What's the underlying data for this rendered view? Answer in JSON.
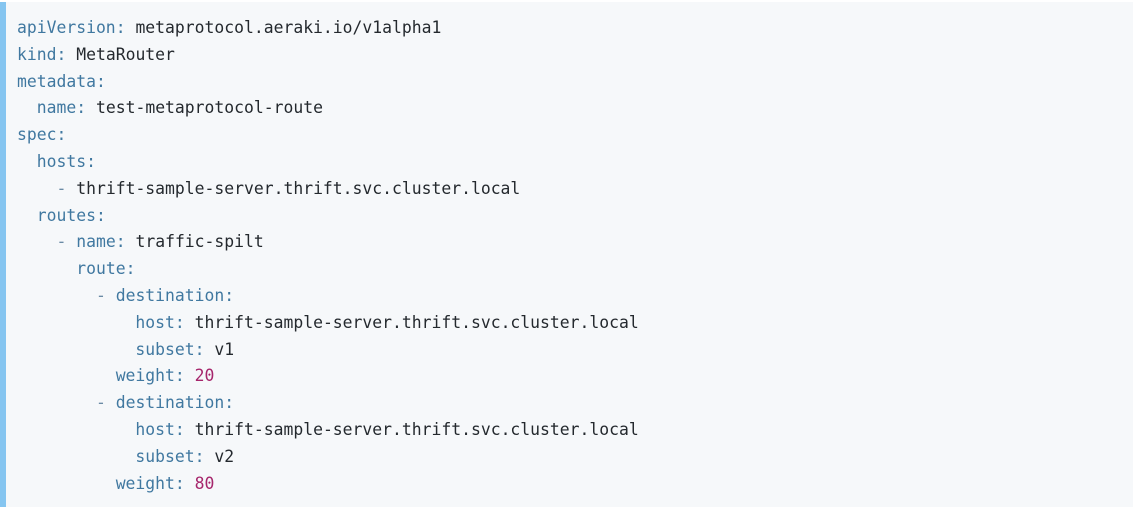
{
  "document": {
    "kind": "yaml-code-block",
    "language": "yaml",
    "colors": {
      "background": "#f6f8fa",
      "page_background": "#ffffff",
      "accent_bar": "#85c5f0",
      "key": "#4078a0",
      "string": "#24292e",
      "number": "#a6266c",
      "dash": "#6a8ba5"
    },
    "raw_text": "apiVersion: metaprotocol.aeraki.io/v1alpha1\nkind: MetaRouter\nmetadata:\n  name: test-metaprotocol-route\nspec:\n  hosts:\n    - thrift-sample-server.thrift.svc.cluster.local\n  routes:\n    - name: traffic-spilt\n      route:\n        - destination:\n            host: thrift-sample-server.thrift.svc.cluster.local\n            subset: v1\n          weight: 20\n        - destination:\n            host: thrift-sample-server.thrift.svc.cluster.local\n            subset: v2\n          weight: 80",
    "yaml_values": {
      "apiVersion": "metaprotocol.aeraki.io/v1alpha1",
      "kind": "MetaRouter",
      "metadata_name": "test-metaprotocol-route",
      "spec_hosts": [
        "thrift-sample-server.thrift.svc.cluster.local"
      ],
      "route_name": "traffic-spilt",
      "destinations": [
        {
          "host": "thrift-sample-server.thrift.svc.cluster.local",
          "subset": "v1",
          "weight": 20
        },
        {
          "host": "thrift-sample-server.thrift.svc.cluster.local",
          "subset": "v2",
          "weight": 80
        }
      ]
    },
    "lines": [
      {
        "n": 1,
        "indent": "",
        "tokens": [
          {
            "t": "key",
            "v": "apiVersion"
          },
          {
            "t": "punct",
            "v": ":"
          },
          {
            "t": "space",
            "v": " "
          },
          {
            "t": "str",
            "v": "metaprotocol.aeraki.io/v1alpha1"
          }
        ]
      },
      {
        "n": 2,
        "indent": "",
        "tokens": [
          {
            "t": "key",
            "v": "kind"
          },
          {
            "t": "punct",
            "v": ":"
          },
          {
            "t": "space",
            "v": " "
          },
          {
            "t": "str",
            "v": "MetaRouter"
          }
        ]
      },
      {
        "n": 3,
        "indent": "",
        "tokens": [
          {
            "t": "key",
            "v": "metadata"
          },
          {
            "t": "punct",
            "v": ":"
          }
        ]
      },
      {
        "n": 4,
        "indent": "  ",
        "tokens": [
          {
            "t": "key",
            "v": "name"
          },
          {
            "t": "punct",
            "v": ":"
          },
          {
            "t": "space",
            "v": " "
          },
          {
            "t": "str",
            "v": "test-metaprotocol-route"
          }
        ]
      },
      {
        "n": 5,
        "indent": "",
        "tokens": [
          {
            "t": "key",
            "v": "spec"
          },
          {
            "t": "punct",
            "v": ":"
          }
        ]
      },
      {
        "n": 6,
        "indent": "  ",
        "tokens": [
          {
            "t": "key",
            "v": "hosts"
          },
          {
            "t": "punct",
            "v": ":"
          }
        ]
      },
      {
        "n": 7,
        "indent": "    ",
        "tokens": [
          {
            "t": "dash",
            "v": "-"
          },
          {
            "t": "space",
            "v": " "
          },
          {
            "t": "str",
            "v": "thrift-sample-server.thrift.svc.cluster.local"
          }
        ]
      },
      {
        "n": 8,
        "indent": "  ",
        "tokens": [
          {
            "t": "key",
            "v": "routes"
          },
          {
            "t": "punct",
            "v": ":"
          }
        ]
      },
      {
        "n": 9,
        "indent": "    ",
        "tokens": [
          {
            "t": "dash",
            "v": "-"
          },
          {
            "t": "space",
            "v": " "
          },
          {
            "t": "key",
            "v": "name"
          },
          {
            "t": "punct",
            "v": ":"
          },
          {
            "t": "space",
            "v": " "
          },
          {
            "t": "str",
            "v": "traffic-spilt"
          }
        ]
      },
      {
        "n": 10,
        "indent": "      ",
        "tokens": [
          {
            "t": "key",
            "v": "route"
          },
          {
            "t": "punct",
            "v": ":"
          }
        ]
      },
      {
        "n": 11,
        "indent": "        ",
        "tokens": [
          {
            "t": "dash",
            "v": "-"
          },
          {
            "t": "space",
            "v": " "
          },
          {
            "t": "key",
            "v": "destination"
          },
          {
            "t": "punct",
            "v": ":"
          }
        ]
      },
      {
        "n": 12,
        "indent": "            ",
        "tokens": [
          {
            "t": "key",
            "v": "host"
          },
          {
            "t": "punct",
            "v": ":"
          },
          {
            "t": "space",
            "v": " "
          },
          {
            "t": "str",
            "v": "thrift-sample-server.thrift.svc.cluster.local"
          }
        ]
      },
      {
        "n": 13,
        "indent": "            ",
        "tokens": [
          {
            "t": "key",
            "v": "subset"
          },
          {
            "t": "punct",
            "v": ":"
          },
          {
            "t": "space",
            "v": " "
          },
          {
            "t": "str",
            "v": "v1"
          }
        ]
      },
      {
        "n": 14,
        "indent": "          ",
        "tokens": [
          {
            "t": "key",
            "v": "weight"
          },
          {
            "t": "punct",
            "v": ":"
          },
          {
            "t": "space",
            "v": " "
          },
          {
            "t": "num",
            "v": "20"
          }
        ]
      },
      {
        "n": 15,
        "indent": "        ",
        "tokens": [
          {
            "t": "dash",
            "v": "-"
          },
          {
            "t": "space",
            "v": " "
          },
          {
            "t": "key",
            "v": "destination"
          },
          {
            "t": "punct",
            "v": ":"
          }
        ]
      },
      {
        "n": 16,
        "indent": "            ",
        "tokens": [
          {
            "t": "key",
            "v": "host"
          },
          {
            "t": "punct",
            "v": ":"
          },
          {
            "t": "space",
            "v": " "
          },
          {
            "t": "str",
            "v": "thrift-sample-server.thrift.svc.cluster.local"
          }
        ]
      },
      {
        "n": 17,
        "indent": "            ",
        "tokens": [
          {
            "t": "key",
            "v": "subset"
          },
          {
            "t": "punct",
            "v": ":"
          },
          {
            "t": "space",
            "v": " "
          },
          {
            "t": "str",
            "v": "v2"
          }
        ]
      },
      {
        "n": 18,
        "indent": "          ",
        "tokens": [
          {
            "t": "key",
            "v": "weight"
          },
          {
            "t": "punct",
            "v": ":"
          },
          {
            "t": "space",
            "v": " "
          },
          {
            "t": "num",
            "v": "80"
          }
        ]
      }
    ]
  }
}
